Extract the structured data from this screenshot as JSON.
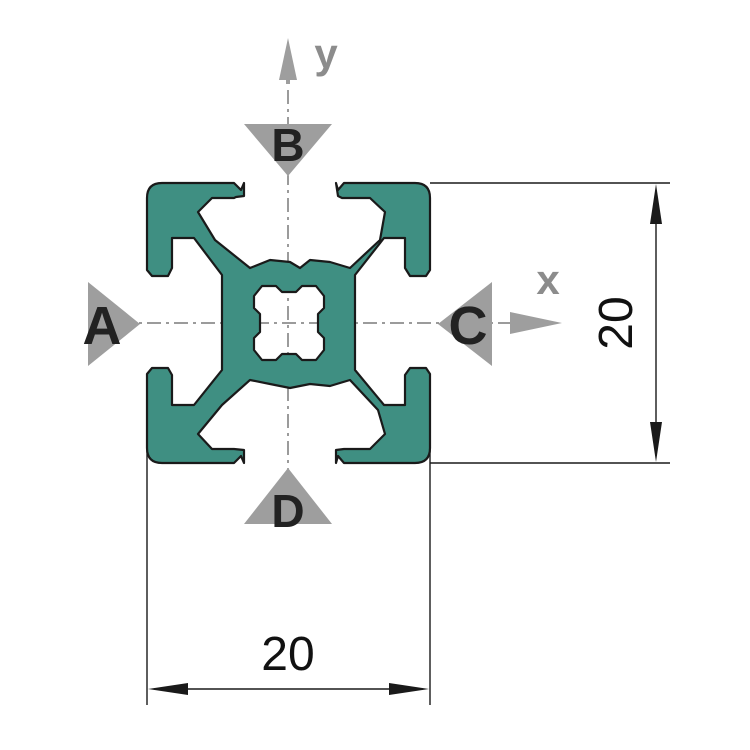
{
  "labels": {
    "a": "A",
    "b": "B",
    "c": "C",
    "d": "D",
    "x": "x",
    "y": "y",
    "width": "20",
    "height": "20"
  },
  "colors": {
    "profile_fill": "#3f8f82",
    "profile_stroke": "#1a1a1a",
    "arrow_gray": "#9e9e9e",
    "dim_line": "#1a1a1a",
    "center_line": "#7a7a7a"
  }
}
